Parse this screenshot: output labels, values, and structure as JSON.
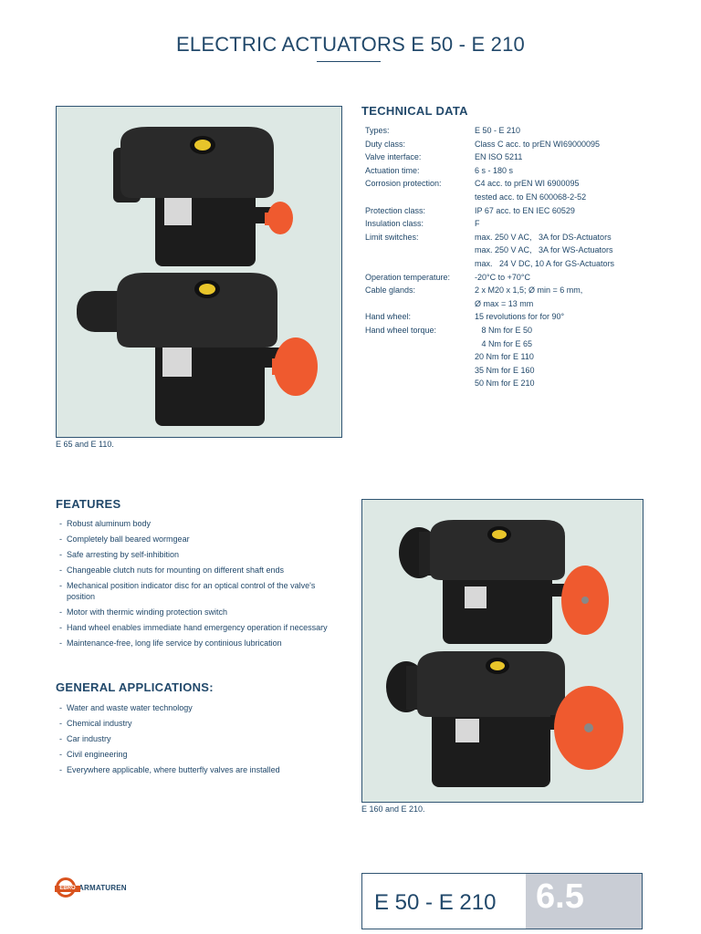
{
  "title": "ELECTRIC ACTUATORS E 50 - E 210",
  "figure_top": {
    "caption": "E 65 and E 110."
  },
  "figure_bottom": {
    "caption": "E 160 and E 210."
  },
  "technical_data": {
    "heading": "TECHNICAL DATA",
    "rows": [
      {
        "label": "Types:",
        "value": "E 50 - E 210"
      },
      {
        "label": "Duty class:",
        "value": "Class C acc. to prEN WI69000095"
      },
      {
        "label": "Valve interface:",
        "value": "EN ISO 5211"
      },
      {
        "label": "Actuation time:",
        "value": "6 s - 180 s"
      },
      {
        "label": "Corrosion protection:",
        "value": "C4 acc. to prEN WI 6900095"
      },
      {
        "label": "",
        "value": "tested acc. to EN 600068-2-52"
      },
      {
        "label": "Protection class:",
        "value": "IP 67 acc. to EN IEC 60529"
      },
      {
        "label": "Insulation class:",
        "value": "F"
      },
      {
        "label": "Limit switches:",
        "value": "max. 250 V AC,   3A for DS-Actuators"
      },
      {
        "label": "",
        "value": "max. 250 V AC,   3A for WS-Actuators"
      },
      {
        "label": "",
        "value": "max.   24 V DC, 10 A for GS-Actuators"
      },
      {
        "label": "Operation temperature:",
        "value": "-20°C to +70°C"
      },
      {
        "label": "Cable glands:",
        "value": "2 x M20 x 1,5; Ø min = 6 mm,"
      },
      {
        "label": "",
        "value": "Ø max = 13 mm"
      },
      {
        "label": "Hand wheel:",
        "value": "15 revolutions for for 90°"
      },
      {
        "label": "Hand wheel torque:",
        "value": "   8 Nm for E 50"
      },
      {
        "label": "",
        "value": "   4 Nm for E 65"
      },
      {
        "label": "",
        "value": "20 Nm for E 110"
      },
      {
        "label": "",
        "value": "35 Nm for E 160"
      },
      {
        "label": "",
        "value": "50 Nm for E 210"
      }
    ]
  },
  "features": {
    "heading": "FEATURES",
    "items": [
      "Robust aluminum body",
      "Completely ball beared wormgear",
      "Safe arresting by self-inhibition",
      "Changeable clutch nuts for mounting on different shaft ends",
      "Mechanical position indicator disc for an optical control of the valve's position",
      "Motor with thermic winding protection switch",
      "Hand wheel enables immediate hand emergency operation if necessary",
      "Maintenance-free, long life service by continious lubrication"
    ]
  },
  "applications": {
    "heading": "GENERAL APPLICATIONS:",
    "items": [
      "Water and waste water technology",
      "Chemical industry",
      "Car industry",
      "Civil engineering",
      "Everywhere applicable, where butterfly valves are installed"
    ]
  },
  "logo": {
    "band_text": "EBRO",
    "text": "ARMATUREN"
  },
  "footer": {
    "model": "E 50 - E 210",
    "section_number": "6.5"
  },
  "colors": {
    "text": "#22496b",
    "photo_bg": "#dde8e4",
    "accent": "#ef5a2f",
    "footer_tab": "#c9cdd5"
  }
}
